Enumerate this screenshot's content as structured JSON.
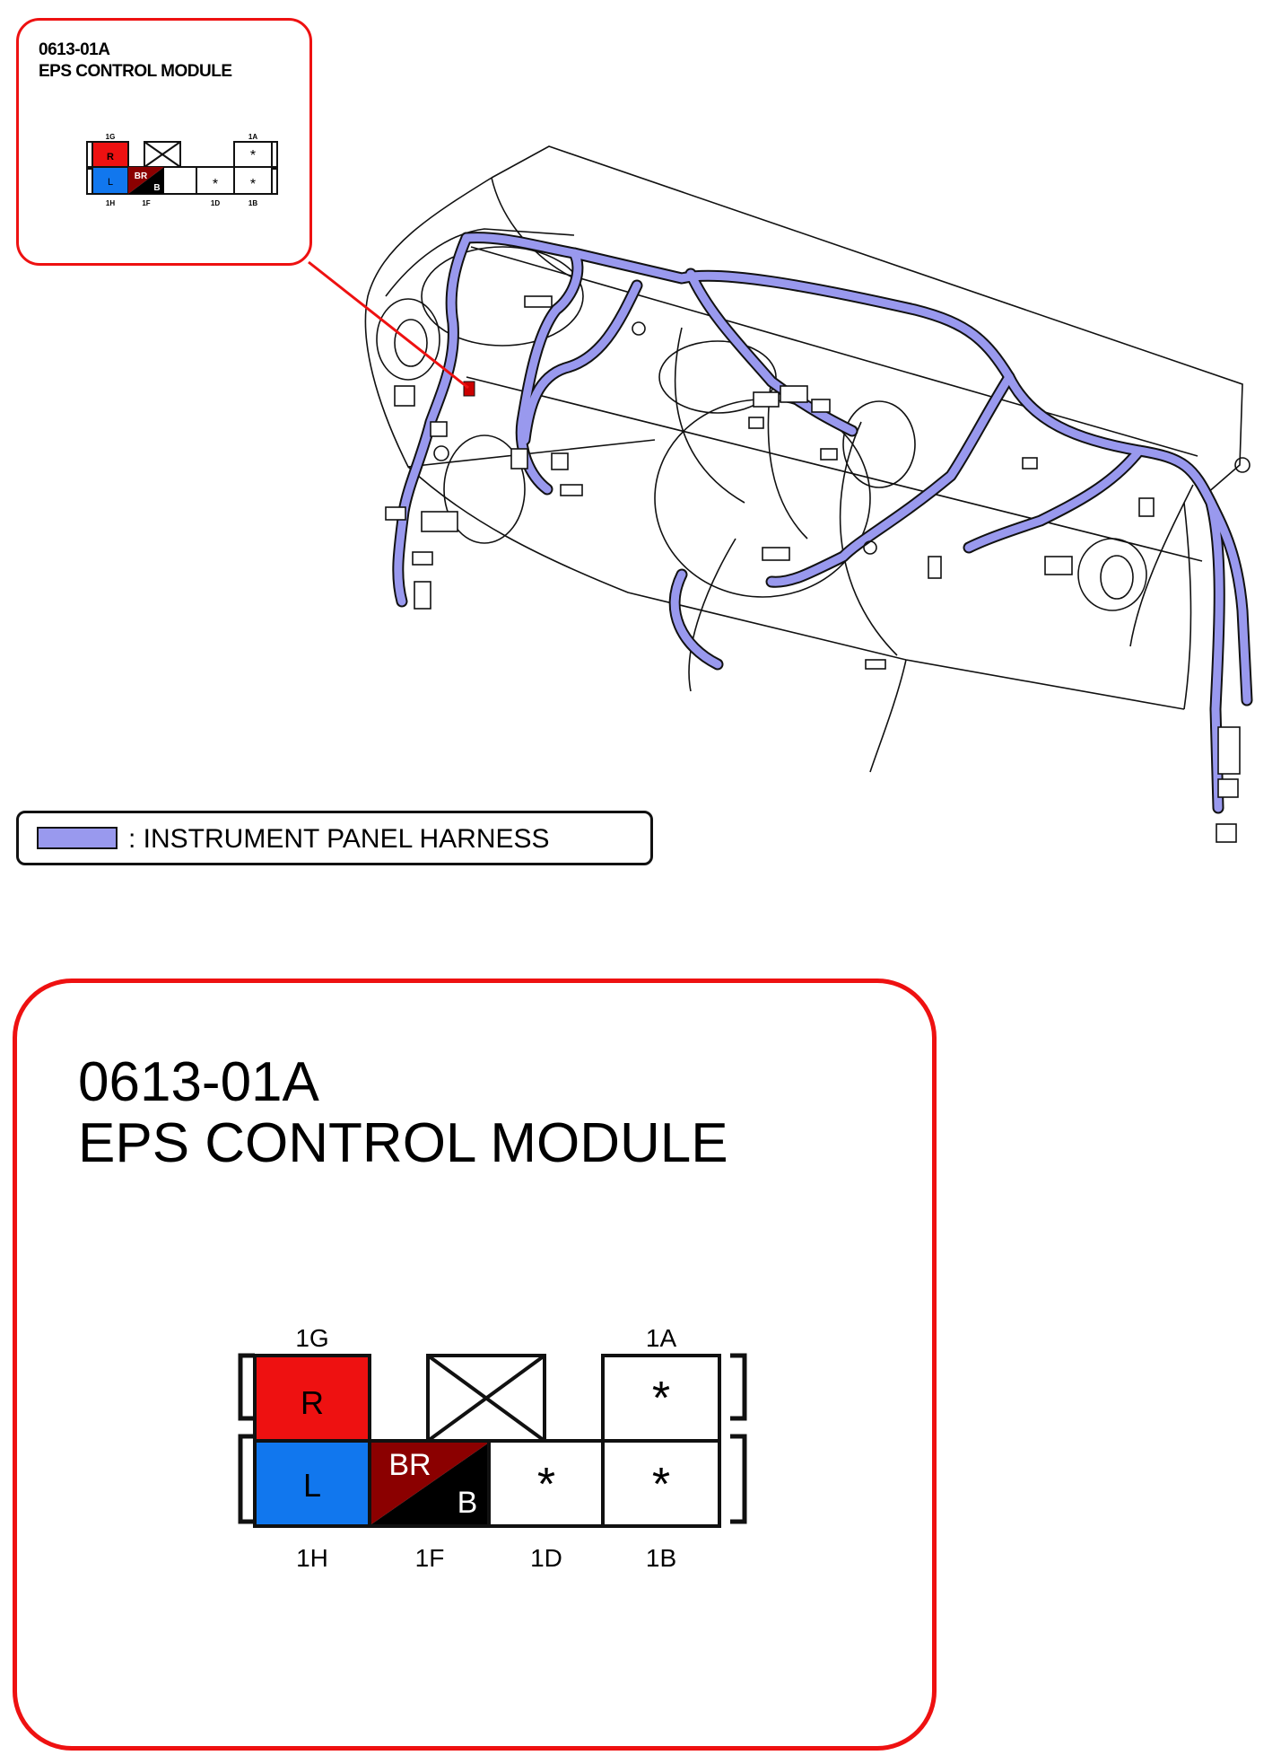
{
  "connector": {
    "code": "0613-01A",
    "name": "EPS CONTROL MODULE",
    "pins_top": [
      {
        "id": "1G",
        "color_code": "R",
        "fill": "#ee1111"
      },
      {
        "id": "",
        "color_code": "",
        "fill": "none",
        "unused": true
      },
      {
        "id": "1A",
        "color_code": "*",
        "fill": "#ffffff"
      }
    ],
    "pins_bottom": [
      {
        "id": "1H",
        "color_code": "L",
        "fill": "#1177ee"
      },
      {
        "id": "1F",
        "color_code": "BR/B",
        "stripe_colors": [
          "#8b0000",
          "#000000"
        ],
        "labels": [
          "BR",
          "B"
        ]
      },
      {
        "id": "1D",
        "color_code": "*",
        "fill": "#ffffff"
      },
      {
        "id": "1B",
        "color_code": "*",
        "fill": "#ffffff"
      }
    ]
  },
  "legend": {
    "label": ": INSTRUMENT PANEL HARNESS",
    "harness_color": "#9999ee"
  },
  "colors": {
    "callout": "#ee1111",
    "harness": "#9999ee",
    "locator": "#cc0000"
  }
}
